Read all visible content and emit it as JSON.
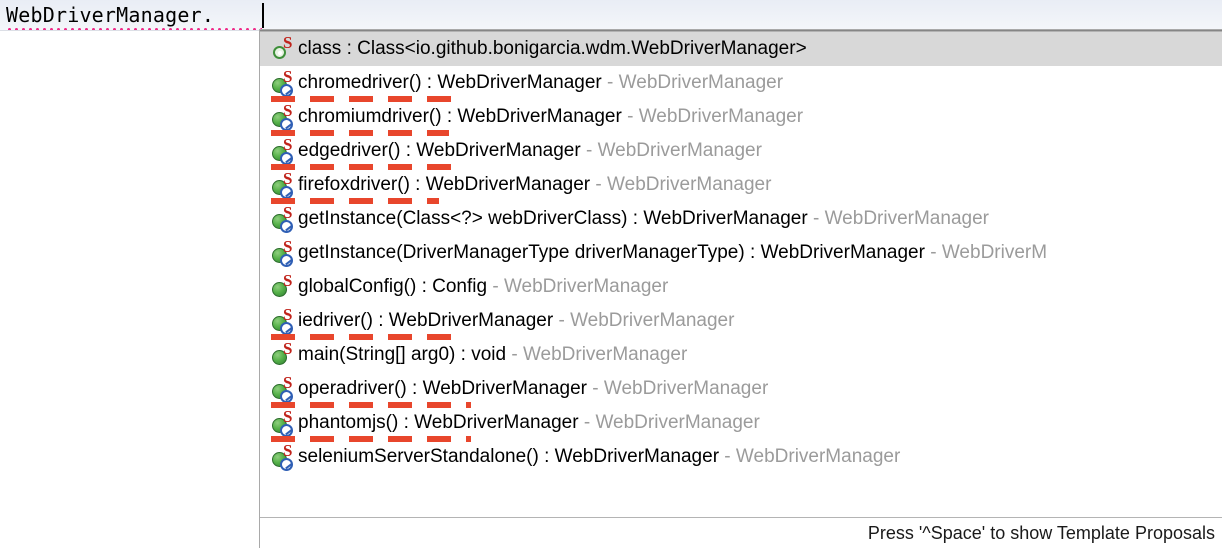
{
  "editor": {
    "code_line": "WebDriverManager.",
    "has_error_squiggle": true,
    "caret_visible": true
  },
  "popup": {
    "selected_index": 0,
    "footer_hint": "Press '^Space' to show Template Proposals",
    "colors": {
      "selection_background": "#d8d8d8",
      "qualifier_text": "#9b9b9b",
      "annotation_red": "#e8462c",
      "squiggle_pink": "#ef2d8a",
      "static_badge_red": "#c0241c",
      "deprecated_badge_blue": "#2f5fb5",
      "member_green": "#57b24a",
      "current_line_highlight": "#e9edf5"
    },
    "proposals": [
      {
        "icon": "class-member-icon",
        "static_badge": true,
        "deprecated_badge": false,
        "name": "class",
        "separator": " : ",
        "type": "Class<io.github.bonigarcia.wdm.WebDriverManager>",
        "qualifier": "",
        "annotated": false,
        "annotation_width": 0,
        "selected": true
      },
      {
        "icon": "public-method-icon",
        "static_badge": true,
        "deprecated_badge": true,
        "name": "chromedriver()",
        "separator": " : ",
        "type": "WebDriverManager",
        "qualifier": "WebDriverManager",
        "annotated": true,
        "annotation_width": 190,
        "selected": false
      },
      {
        "icon": "public-method-icon",
        "static_badge": true,
        "deprecated_badge": true,
        "name": "chromiumdriver()",
        "separator": " : ",
        "type": "WebDriverManager",
        "qualifier": "WebDriverManager",
        "annotated": true,
        "annotation_width": 178,
        "selected": false
      },
      {
        "icon": "public-method-icon",
        "static_badge": true,
        "deprecated_badge": true,
        "name": "edgedriver()",
        "separator": " : ",
        "type": "WebDriverManager",
        "qualifier": "WebDriverManager",
        "annotated": true,
        "annotation_width": 188,
        "selected": false
      },
      {
        "icon": "public-method-icon",
        "static_badge": true,
        "deprecated_badge": true,
        "name": "firefoxdriver()",
        "separator": " : ",
        "type": "WebDriverManager",
        "qualifier": "WebDriverManager",
        "annotated": true,
        "annotation_width": 168,
        "selected": false
      },
      {
        "icon": "public-method-icon",
        "static_badge": true,
        "deprecated_badge": true,
        "name": "getInstance(Class<?> webDriverClass)",
        "separator": " : ",
        "type": "WebDriverManager",
        "qualifier": "WebDriverManager",
        "annotated": false,
        "annotation_width": 0,
        "selected": false
      },
      {
        "icon": "public-method-icon",
        "static_badge": true,
        "deprecated_badge": true,
        "name": "getInstance(DriverManagerType driverManagerType)",
        "separator": " : ",
        "type": "WebDriverManager",
        "qualifier": "WebDriverM",
        "annotated": false,
        "annotation_width": 0,
        "selected": false
      },
      {
        "icon": "public-method-icon",
        "static_badge": true,
        "deprecated_badge": false,
        "name": "globalConfig()",
        "separator": " : ",
        "type": "Config",
        "qualifier": "WebDriverManager",
        "annotated": false,
        "annotation_width": 0,
        "selected": false
      },
      {
        "icon": "public-method-icon",
        "static_badge": true,
        "deprecated_badge": true,
        "name": "iedriver()",
        "separator": " : ",
        "type": "WebDriverManager",
        "qualifier": "WebDriverManager",
        "annotated": true,
        "annotation_width": 180,
        "selected": false
      },
      {
        "icon": "public-method-icon",
        "static_badge": true,
        "deprecated_badge": false,
        "name": "main(String[] arg0)",
        "separator": " : ",
        "type": "void",
        "qualifier": "WebDriverManager",
        "annotated": false,
        "annotation_width": 0,
        "selected": false
      },
      {
        "icon": "public-method-icon",
        "static_badge": true,
        "deprecated_badge": true,
        "name": "operadriver()",
        "separator": " : ",
        "type": "WebDriverManager",
        "qualifier": "WebDriverManager",
        "annotated": true,
        "annotation_width": 200,
        "selected": false
      },
      {
        "icon": "public-method-icon",
        "static_badge": true,
        "deprecated_badge": true,
        "name": "phantomjs()",
        "separator": " : ",
        "type": "WebDriverManager",
        "qualifier": "WebDriverManager",
        "annotated": true,
        "annotation_width": 200,
        "selected": false
      },
      {
        "icon": "public-method-icon",
        "static_badge": true,
        "deprecated_badge": true,
        "name": "seleniumServerStandalone()",
        "separator": " : ",
        "type": "WebDriverManager",
        "qualifier": "WebDriverManager",
        "annotated": false,
        "annotation_width": 0,
        "selected": false
      }
    ]
  }
}
